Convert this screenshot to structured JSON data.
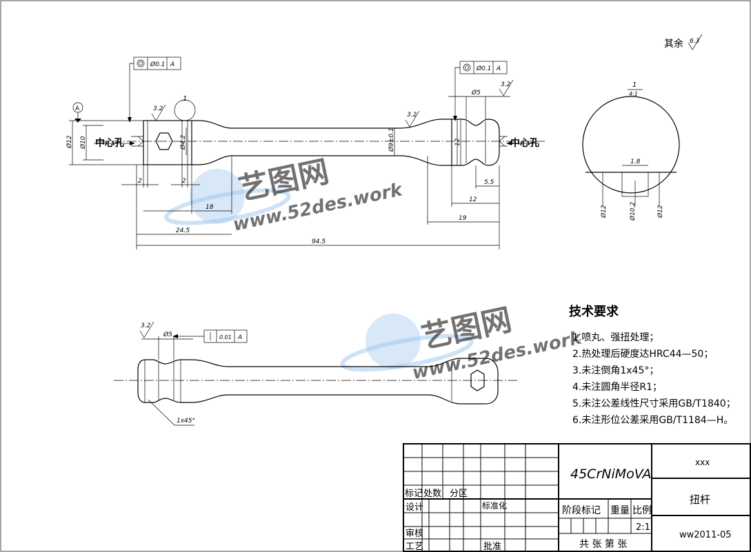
{
  "surface_roughness_rest": {
    "label": "其余",
    "value": "6.3"
  },
  "tolerance_frames": {
    "top_left": {
      "symbol_icon": "concentricity-icon",
      "value": "Ø0.1",
      "datum": "A"
    },
    "top_right": {
      "symbol_icon": "concentricity-icon",
      "value": "Ø0.1",
      "datum": "A"
    },
    "bottom": {
      "symbol_icon": "perpendicularity-icon",
      "value": "0.01",
      "datum": "A"
    }
  },
  "datum_label": "A",
  "roughness_values": [
    "3.2",
    "3.2",
    "3.2",
    "3.2"
  ],
  "labels": {
    "center_hole_left": "中心孔",
    "center_hole_right": "中心孔",
    "detail_marker": "1",
    "chamfer": "1x45°"
  },
  "dimensions": {
    "phi12_left": "Ø12",
    "phi10_left": "Ø10",
    "phi4_2_left": "Ø4.2",
    "phi9": "Ø9±0.1",
    "d12_right": "12",
    "phi5_top": "Ø5",
    "d2_a": "2",
    "d2_b": "2",
    "d18": "18",
    "d24_5": "24.5",
    "d94_5": "94.5",
    "d5_5": "5.5",
    "d12_bottom": "12",
    "d19": "19",
    "phi5_bottom": "Ø5"
  },
  "detail_view": {
    "number": "1",
    "scale": "4:1",
    "width": "1.8",
    "dia_left": "Ø12",
    "dia_mid": "Ø10.2",
    "dia_right": "Ø12"
  },
  "technical_requirements": {
    "title": "技术要求",
    "items": [
      "1.喷丸、强扭处理；",
      "2.热处理后硬度达HRC44—50；",
      "3.未注倒角1x45°；",
      "4.未注圆角半径R1；",
      "5.未注公差线性尺寸采用GB/T1840；",
      "6.未注形位公差采用GB/T1184—H。"
    ]
  },
  "watermark": {
    "brand": "艺图网",
    "url": "www.52des.work"
  },
  "title_block": {
    "material": "45CrNiMoVA",
    "company": "xxx",
    "part_name": "扭杆",
    "drawing_no": "ww2011-05",
    "row_mark": [
      "标记",
      "处数",
      "分区"
    ],
    "design": "设计",
    "standardize": "标准化",
    "review": "审核",
    "process": "工艺",
    "approve": "批准",
    "stage_mark": "阶段标记",
    "weight": "重量",
    "scale_label": "比例",
    "scale_value": "2:1",
    "sheets": "共 张 第 张"
  }
}
